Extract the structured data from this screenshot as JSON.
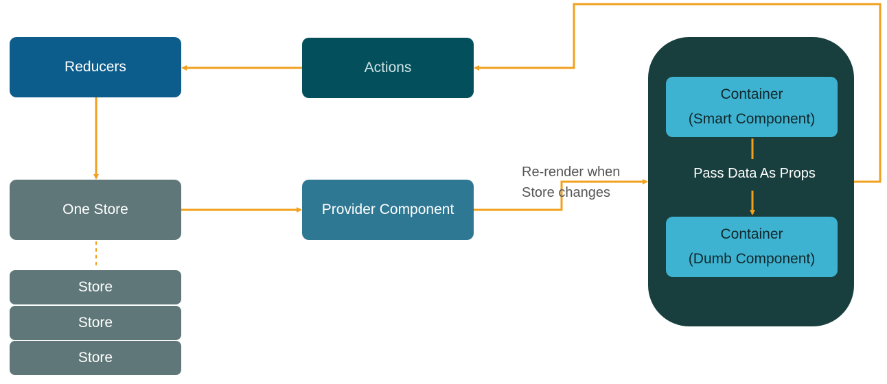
{
  "nodes": {
    "reducers": "Reducers",
    "actions": "Actions",
    "one_store": "One Store",
    "provider": "Provider Component",
    "stores": [
      "Store",
      "Store",
      "Store"
    ],
    "smart_container": {
      "line1": "Container",
      "line2": "(Smart Component)"
    },
    "dumb_container": {
      "line1": "Container",
      "line2": "(Dumb Component)"
    }
  },
  "edge_labels": {
    "rerender_line1": "Re-render when",
    "rerender_line2": "Store changes",
    "pass_data": "Pass Data As Props"
  },
  "colors": {
    "arrow": "#f2a01e",
    "reducers": "#0c5d8c",
    "actions": "#03505c",
    "store": "#5f7778",
    "provider": "#2f7893",
    "container_group": "#183f3e",
    "container": "#3eb3d1"
  }
}
